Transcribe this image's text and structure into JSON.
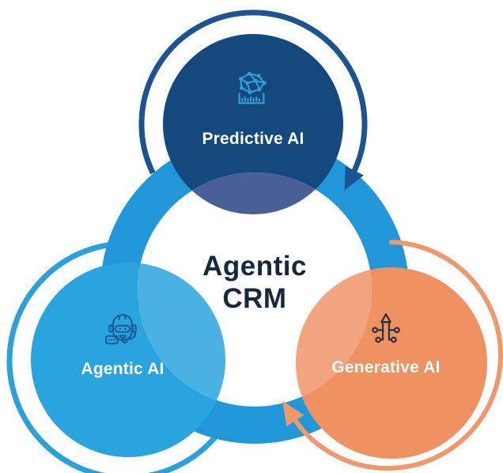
{
  "diagram": {
    "center": {
      "title_line1": "Agentic",
      "title_line2": "CRM"
    },
    "nodes": {
      "predictive": {
        "label": "Predictive AI",
        "icon": "neural-network-chart-icon"
      },
      "agentic": {
        "label": "Agentic AI",
        "icon": "robot-assistant-icon"
      },
      "generative": {
        "label": "Generative AI",
        "icon": "pencil-circuit-icon"
      }
    }
  },
  "colors": {
    "predictive_circle": "#15497E",
    "predictive_overlap": "#4A5F97",
    "predictive_icon": "#2F9FD8",
    "agentic_circle": "#2AA4DE",
    "agentic_overlap": "#4AB1E3",
    "agentic_icon": "#1B5C9C",
    "generative_circle": "#EF9160",
    "generative_overlap": "#F2A47E",
    "generative_icon": "#2A3547",
    "center_ring": "#1F97D9",
    "center_fill": "#FFFFFF",
    "navy_cycle_arrow": "#1A5492",
    "blue_cycle_arrow": "#2AA0DC",
    "orange_cycle_arrow": "#F0976C",
    "title_text": "#16283C",
    "label_text": "#FFFFFF"
  }
}
